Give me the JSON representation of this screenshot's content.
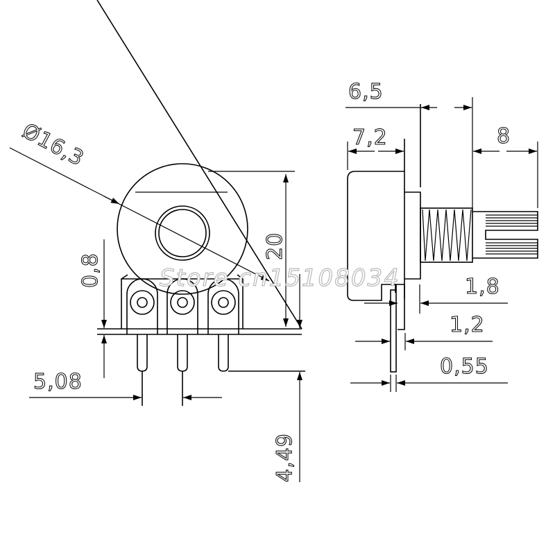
{
  "title": "Rotary potentiometer mechanical drawing",
  "colors": {
    "line": "#000000",
    "background": "#ffffff",
    "watermark": "#b8b8b8"
  },
  "front_view": {
    "diameter_label": "Ø16,3",
    "height_label": "20",
    "base_offset_label": "0,8",
    "pin_pitch_label": "5,08",
    "pin_length_label": "4,49",
    "pin_count": 3
  },
  "side_view": {
    "shaft_offset_label": "6,5",
    "body_depth_label": "7,2",
    "shaft_length_label": "8",
    "terminal_offset_label": "1,8",
    "terminal_gap_label": "1,2",
    "terminal_thickness_label": "0,55"
  },
  "watermark": {
    "text": "Store cn15108034"
  }
}
